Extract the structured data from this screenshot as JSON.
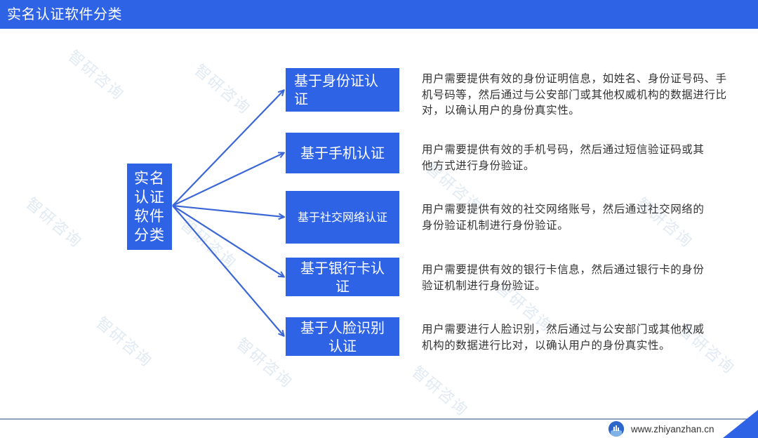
{
  "header": {
    "title": "实名认证软件分类"
  },
  "colors": {
    "accent": "#2F63E6",
    "text": "#333333",
    "footer_line": "#8FA3B8"
  },
  "diagram": {
    "root": {
      "label": "实名认证软件分类"
    },
    "methods": [
      {
        "label": "基于身份证认证",
        "description": "用户需要提供有效的身份证明信息，如姓名、身份证号码、手机号码等，然后通过与公安部门或其他权威机构的数据进行比对，以确认用户的身份真实性。"
      },
      {
        "label": "基于手机认证",
        "description": "用户需要提供有效的手机号码，然后通过短信验证码或其他方式进行身份验证。"
      },
      {
        "label": "基于社交网络认证",
        "description": "用户需要提供有效的社交网络账号，然后通过社交网络的身份验证机制进行身份验证。"
      },
      {
        "label": "基于银行卡认证",
        "description": "用户需要提供有效的银行卡信息，然后通过银行卡的身份验证机制进行身份验证。"
      },
      {
        "label": "基于人脸识别认证",
        "description": "用户需要进行人脸识别，然后通过与公安部门或其他权威机构的数据进行比对，以确认用户的身份真实性。"
      }
    ]
  },
  "footer": {
    "logo_icon": "zhiyan-logo-icon",
    "url": "www.zhiyanzhan.cn"
  }
}
